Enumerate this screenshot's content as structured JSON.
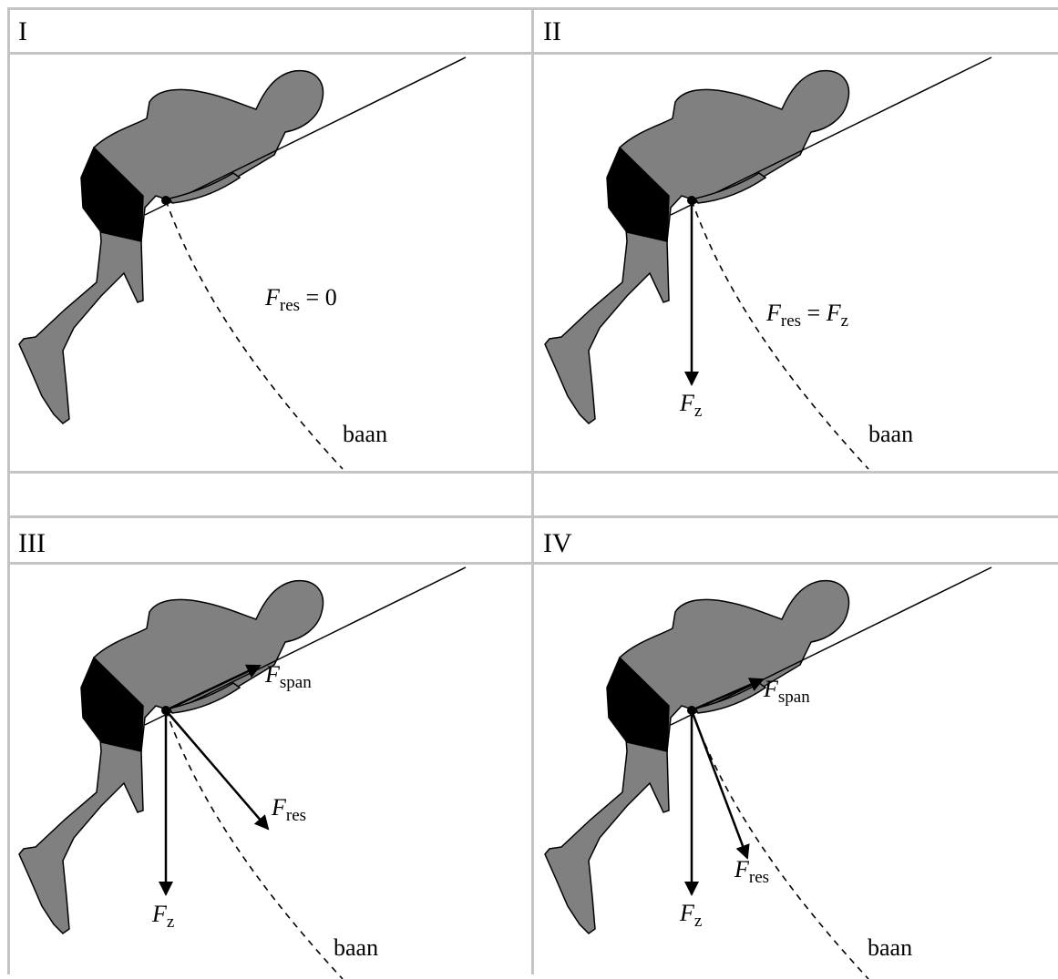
{
  "panels": [
    {
      "id": "I",
      "header": "I",
      "formula": "",
      "baan": "baan"
    },
    {
      "id": "II",
      "header": "II",
      "formula": "",
      "baan": "baan"
    },
    {
      "id": "III",
      "header": "III",
      "formula": "",
      "baan": "baan"
    },
    {
      "id": "IV",
      "header": "IV",
      "formula": "",
      "baan": "baan"
    }
  ],
  "labels": {
    "F": "F",
    "res": "res",
    "z": "z",
    "span": "span",
    "eq": " = ",
    "zero": "0"
  },
  "colors": {
    "grid": "#c4c4c4",
    "body": "#808080",
    "shorts": "#000000",
    "line": "#000000"
  }
}
